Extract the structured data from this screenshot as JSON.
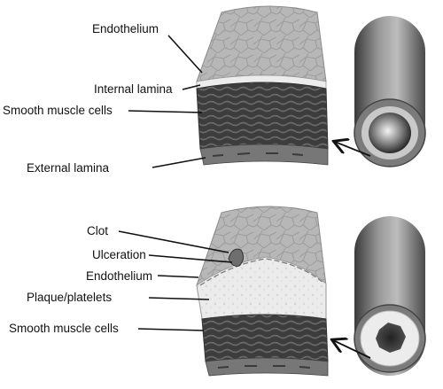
{
  "panels": [
    {
      "id": "healthy-artery",
      "labels": [
        {
          "text": "Endothelium"
        },
        {
          "text": "Internal lamina"
        },
        {
          "text": "Smooth muscle cells"
        },
        {
          "text": "External lamina"
        }
      ]
    },
    {
      "id": "diseased-artery",
      "labels": [
        {
          "text": "Clot"
        },
        {
          "text": "Ulceration"
        },
        {
          "text": "Endothelium"
        },
        {
          "text": "Plaque/platelets"
        },
        {
          "text": "Smooth muscle cells"
        }
      ]
    }
  ],
  "colors": {
    "background": "#ffffff",
    "endothelium": "#b9b9b9",
    "lamina": "#e6e6e6",
    "muscle": "#3f3f3f",
    "muscle_fiber": "#5c5c5c",
    "outer_layer": "#7a7a7a",
    "plaque": "#ececec",
    "tube_dark": "#4a4a4a",
    "tube_light": "#a8a8a8",
    "leader_line": "#111111"
  }
}
